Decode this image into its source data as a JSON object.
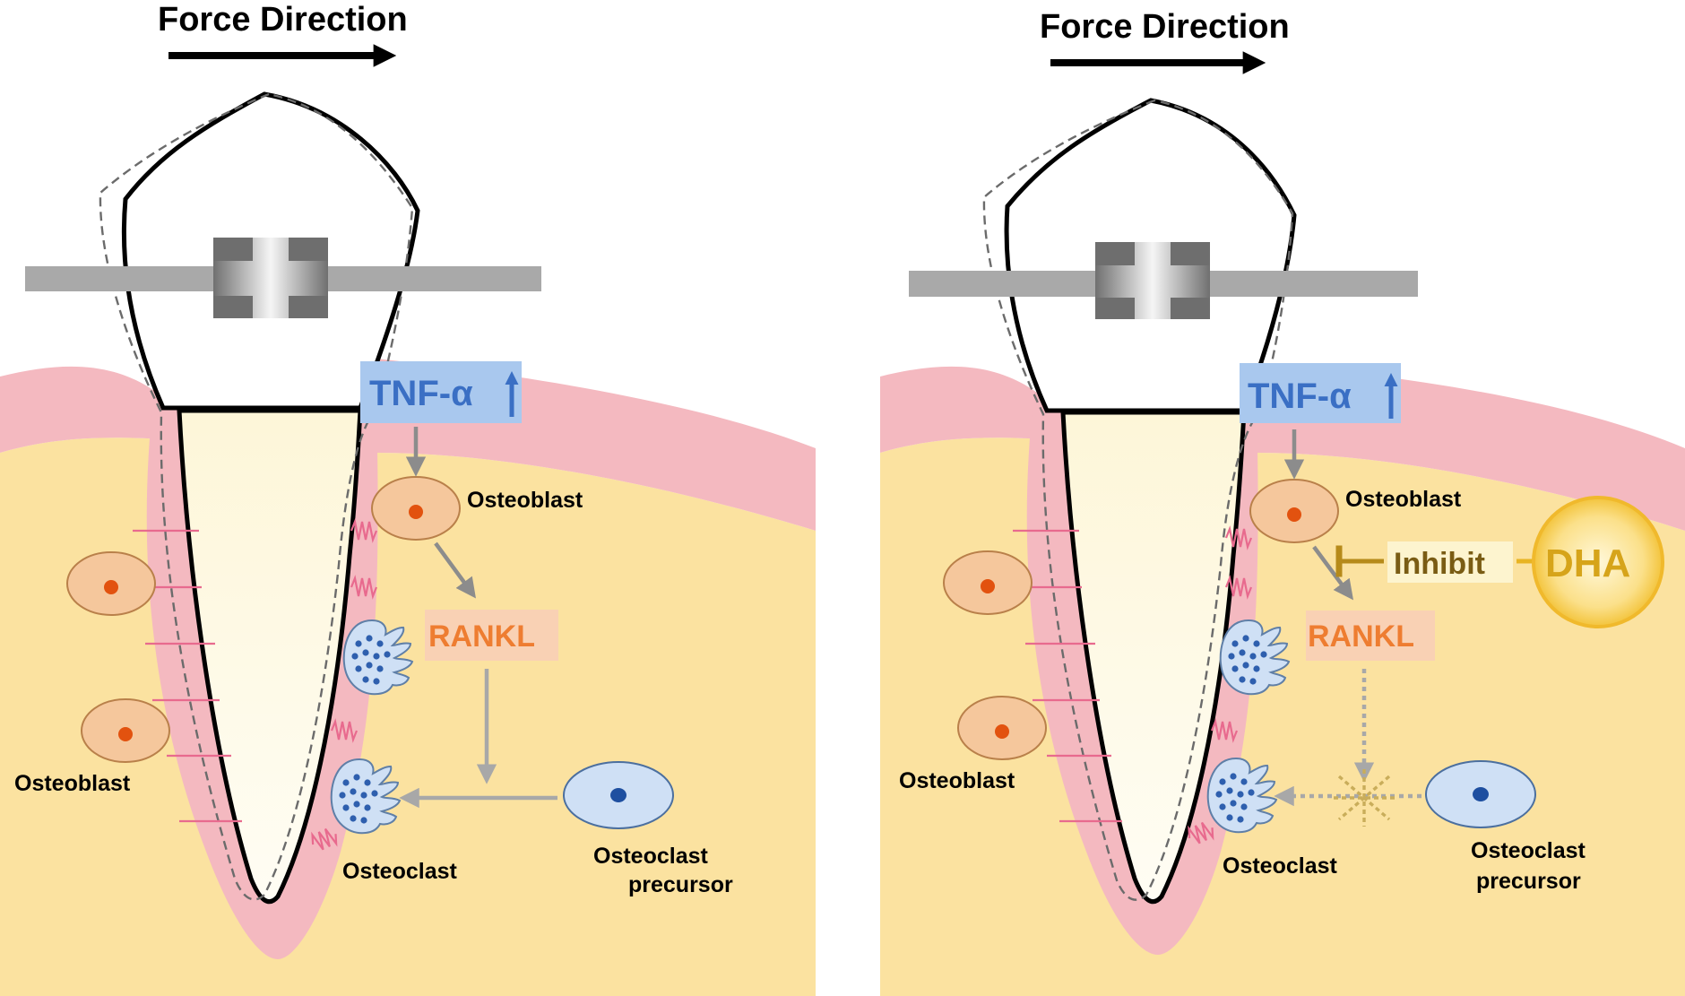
{
  "colors": {
    "gum": "#f4b9c0",
    "bone": "#fbe2a0",
    "tnf_box": "#a9c8ee",
    "tnf_text": "#3a6fc4",
    "rankl_box": "#f9d1b4",
    "rankl_text": "#ee7d31",
    "osteoblast": "#f5c79c",
    "osteoclast": "#cfe0f5",
    "dha": "#f9d45a",
    "inhibit": "#b68a1a"
  },
  "left_panel": {
    "force_label": "Force Direction",
    "tnf_label": "TNF-α",
    "rankl_label": "RANKL",
    "osteoblast_top_label": "Osteoblast",
    "osteoblast_left_label": "Osteoblast",
    "osteoclast_label": "Osteoclast",
    "precursor_line1": "Osteoclast",
    "precursor_line2": "precursor"
  },
  "right_panel": {
    "force_label": "Force Direction",
    "tnf_label": "TNF-α",
    "rankl_label": "RANKL",
    "osteoblast_top_label": "Osteoblast",
    "osteoblast_left_label": "Osteoblast",
    "osteoclast_label": "Osteoclast",
    "precursor_line1": "Osteoclast",
    "precursor_line2": "precursor",
    "inhibit_label": "Inhibit",
    "dha_label": "DHA"
  }
}
